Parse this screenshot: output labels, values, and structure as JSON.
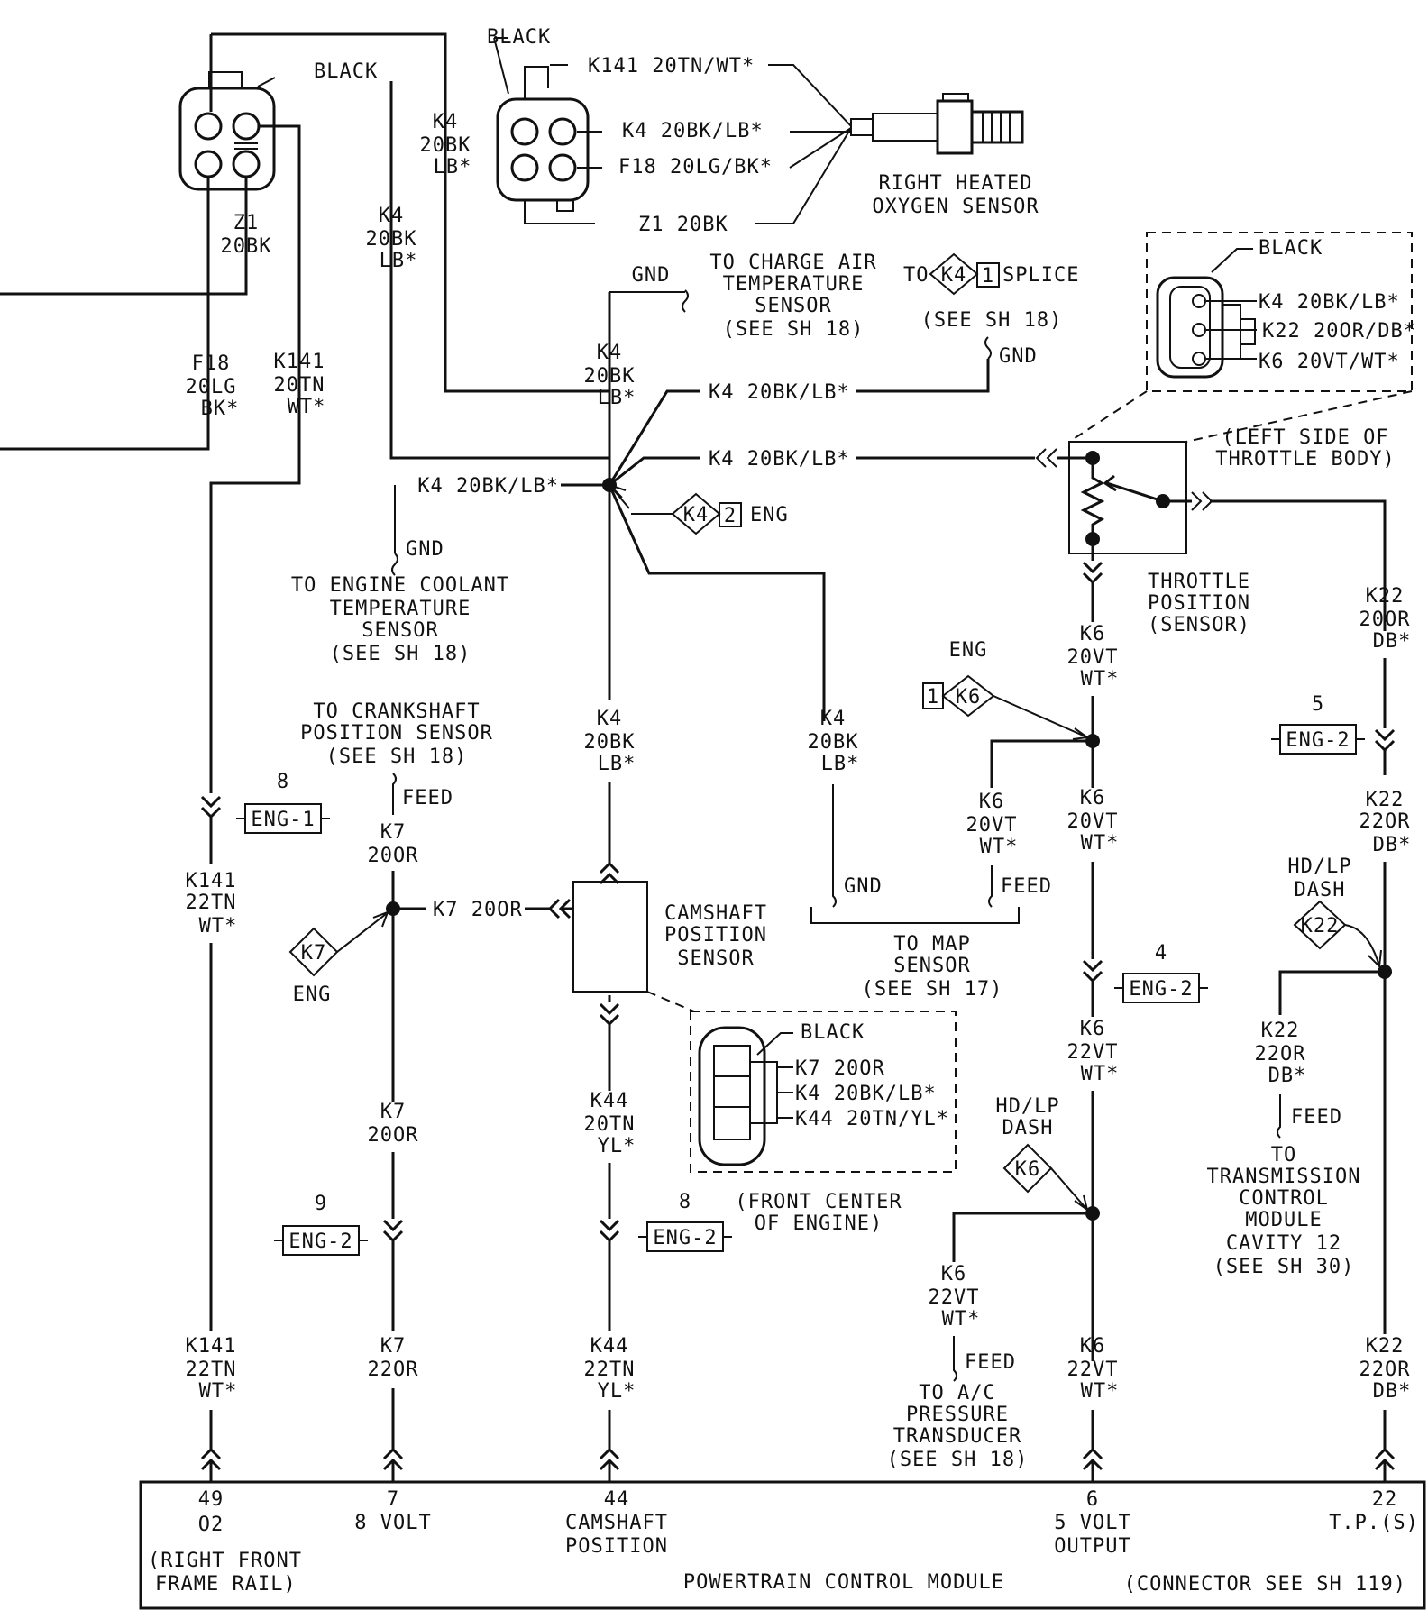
{
  "connectors": {
    "left_o2": {
      "color_label": "BLACK",
      "z1_label": [
        "Z1",
        "20BK"
      ],
      "f18_label": [
        "F18",
        "20LG",
        "BK*"
      ],
      "k141_label": [
        "K141",
        "20TN",
        "WT*"
      ]
    },
    "right_o2": {
      "color_label": "BLACK",
      "pin_k141": "K141 20TN/WT*",
      "pin_k4": "K4 20BK/LB*",
      "pin_f18": "F18 20LG/BK*",
      "pin_z1": "Z1 20BK",
      "sensor_name": [
        "RIGHT HEATED",
        "OXYGEN SENSOR"
      ]
    },
    "tps": {
      "color_label": "BLACK",
      "pin_k4": "K4 20BK/LB*",
      "pin_k22": "K22 20OR/DB*",
      "pin_k6": "K6 20VT/WT*",
      "location": [
        "(LEFT SIDE OF",
        "THROTTLE BODY)"
      ],
      "name": [
        "THROTTLE",
        "POSITION",
        "(SENSOR)"
      ]
    },
    "cmp": {
      "color_label": "BLACK",
      "pin_k7": "K7 20OR",
      "pin_k4": "K4 20BK/LB*",
      "pin_k44": "K44 20TN/YL*",
      "name": [
        "CAMSHAFT",
        "POSITION",
        "SENSOR"
      ],
      "location": [
        "(FRONT CENTER",
        "OF ENGINE)"
      ]
    }
  },
  "wires": {
    "k4_upper": [
      "K4",
      "20BK",
      "LB*"
    ],
    "k4_upper2": [
      "K4",
      "20BK",
      "LB*"
    ],
    "k4_splice": [
      "K4",
      "20BK",
      "LB*"
    ],
    "k4_to_cmp": [
      "K4",
      "20BK",
      "LB*"
    ],
    "k4_to_map": [
      "K4",
      "20BK",
      "LB*"
    ],
    "k4_h1": "K4 20BK/LB*",
    "k4_h2": "K4 20BK/LB*",
    "k4_h3": "K4 20BK/LB*",
    "k6_a": [
      "K6",
      "20VT",
      "WT*"
    ],
    "k6_b": [
      "K6",
      "20VT",
      "WT*"
    ],
    "k6_map": [
      "K6",
      "20VT",
      "WT*"
    ],
    "k6_c": [
      "K6",
      "22VT",
      "WT*"
    ],
    "k6_ac": [
      "K6",
      "22VT",
      "WT*"
    ],
    "k6_d": [
      "K6",
      "22VT",
      "WT*"
    ],
    "k22_a": [
      "K22",
      "20OR",
      "DB*"
    ],
    "k22_b": [
      "K22",
      "22OR",
      "DB*"
    ],
    "k22_tcm": [
      "K22",
      "22OR",
      "DB*"
    ],
    "k22_c": [
      "K22",
      "22OR",
      "DB*"
    ],
    "k141_a": [
      "K141",
      "22TN",
      "WT*"
    ],
    "k141_b": [
      "K141",
      "22TN",
      "WT*"
    ],
    "k7_a": [
      "K7",
      "20OR"
    ],
    "k7_h": "K7 20OR",
    "k7_b": [
      "K7",
      "20OR"
    ],
    "k7_c": [
      "K7",
      "22OR"
    ],
    "k44_a": [
      "K44",
      "20TN",
      "YL*"
    ],
    "k44_b": [
      "K44",
      "22TN",
      "YL*"
    ]
  },
  "notes": {
    "gnd": "GND",
    "feed": "FEED",
    "eng": "ENG",
    "charge_air": [
      "TO CHARGE AIR",
      "TEMPERATURE",
      "SENSOR",
      "(SEE SH 18)"
    ],
    "splice_to": "TO",
    "splice": "SPLICE",
    "splice_see": "(SEE SH 18)",
    "coolant": [
      "TO ENGINE COOLANT",
      "TEMPERATURE",
      "SENSOR",
      "(SEE SH 18)"
    ],
    "crank": [
      "TO CRANKSHAFT",
      "POSITION SENSOR",
      "(SEE SH 18)"
    ],
    "map": [
      "TO MAP",
      "SENSOR",
      "(SEE SH 17)"
    ],
    "tcm": [
      "TO",
      "TRANSMISSION",
      "CONTROL",
      "MODULE",
      "CAVITY 12",
      "(SEE SH 30)"
    ],
    "ac": [
      "TO A/C",
      "PRESSURE",
      "TRANSDUCER",
      "(SEE SH 18)"
    ],
    "hdlp": [
      "HD/LP",
      "DASH"
    ]
  },
  "tags": {
    "k4": "K4",
    "k4_1": "1",
    "k4_2": "2",
    "k6": "K6",
    "k6_1": "1",
    "k22": "K22",
    "k7": "K7"
  },
  "inline_connectors": {
    "eng1": {
      "label": "ENG-1",
      "num": "8"
    },
    "eng2_k7": {
      "label": "ENG-2",
      "num": "9"
    },
    "eng2_k44": {
      "label": "ENG-2",
      "num": "8"
    },
    "eng2_k6": {
      "label": "ENG-2",
      "num": "4"
    },
    "eng2_k22": {
      "label": "ENG-2",
      "num": "5"
    }
  },
  "pcm": {
    "name": "POWERTRAIN CONTROL MODULE",
    "location": [
      "(RIGHT FRONT",
      "FRAME RAIL)"
    ],
    "connector_note": "(CONNECTOR SEE SH 119)",
    "pins": [
      {
        "num": "49",
        "name": [
          "O2"
        ]
      },
      {
        "num": "7",
        "name": [
          "8 VOLT"
        ]
      },
      {
        "num": "44",
        "name": [
          "CAMSHAFT",
          "POSITION"
        ]
      },
      {
        "num": "6",
        "name": [
          "5 VOLT",
          "OUTPUT"
        ]
      },
      {
        "num": "22",
        "name": [
          "T.P.(S)"
        ]
      }
    ]
  }
}
